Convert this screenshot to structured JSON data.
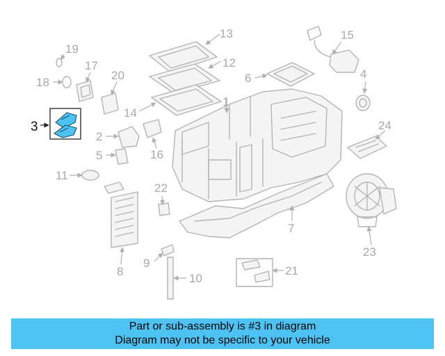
{
  "diagram": {
    "highlighted_part": "3",
    "callouts": [
      "1",
      "2",
      "3",
      "4",
      "5",
      "6",
      "7",
      "8",
      "9",
      "10",
      "11",
      "12",
      "13",
      "14",
      "15",
      "16",
      "17",
      "18",
      "19",
      "20",
      "21",
      "22",
      "23",
      "24"
    ],
    "colors": {
      "highlight_part": "#4dc3f3",
      "banner": "#4dc3f3",
      "line_art": "#b4b4b4"
    }
  },
  "banner": {
    "line1": "Part or sub-assembly is #3 in diagram",
    "line2": "Diagram may not be specific to your vehicle"
  }
}
